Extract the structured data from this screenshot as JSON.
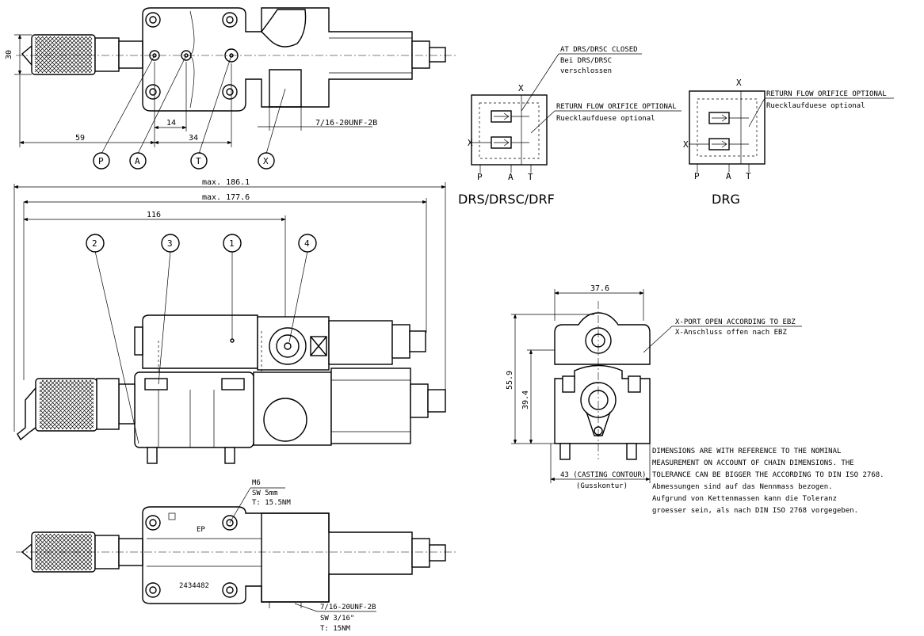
{
  "top_view": {
    "dim_height": "30",
    "dim_59": "59",
    "dim_14": "14",
    "dim_34": "34",
    "thread_note": "7/16-20UNF-2B",
    "port_p": "P",
    "port_a": "A",
    "port_t": "T",
    "port_x": "X"
  },
  "side_view": {
    "dim_max_186": "max. 186.1",
    "dim_max_177": "max. 177.6",
    "dim_116": "116",
    "callouts": [
      "2",
      "3",
      "1",
      "4"
    ]
  },
  "bottom_view": {
    "m6": "M6",
    "sw5": "SW  5mm",
    "torque1": "T: 15.5NM",
    "ep": "EP",
    "part_no": "2434482",
    "thread": "7/16-20UNF-2B",
    "sw316": "SW  3/16\"",
    "torque2": "T: 15NM"
  },
  "schematic_drs": {
    "note_closed_en": "AT DRS/DRSC CLOSED",
    "note_closed_de1": "Bei DRS/DRSC",
    "note_closed_de2": "verschlossen",
    "note_orifice_en": "RETURN FLOW ORIFICE OPTIONAL",
    "note_orifice_de": "Ruecklaufduese optional",
    "port_x": "X",
    "port_p": "P",
    "port_a": "A",
    "port_t": "T",
    "title": "DRS/DRSC/DRF"
  },
  "schematic_drg": {
    "note_orifice_en": "RETURN FLOW ORIFICE OPTIONAL",
    "note_orifice_de": "Ruecklaufduese optional",
    "port_x": "X",
    "port_p": "P",
    "port_a": "A",
    "port_t": "T",
    "title": "DRG"
  },
  "front_view": {
    "dim_376": "37.6",
    "dim_559": "55.9",
    "dim_394": "39.4",
    "xport_en": "X-PORT OPEN ACCORDING TO EBZ",
    "xport_de": "X-Anschluss offen nach EBZ",
    "casting_en": "43 (CASTING CONTOUR)",
    "casting_de": "(Gusskontur)"
  },
  "notes": [
    "DIMENSIONS ARE WITH REFERENCE TO THE NOMINAL",
    "MEASUREMENT ON ACCOUNT OF CHAIN DIMENSIONS. THE",
    "TOLERANCE CAN BE BIGGER THE ACCORDING TO DIN ISO 2768.",
    "Abmessungen sind auf das Nennmass bezogen.",
    "Aufgrund von Kettenmassen kann die Toleranz",
    "groesser sein, als nach DIN ISO 2768 vorgegeben."
  ]
}
